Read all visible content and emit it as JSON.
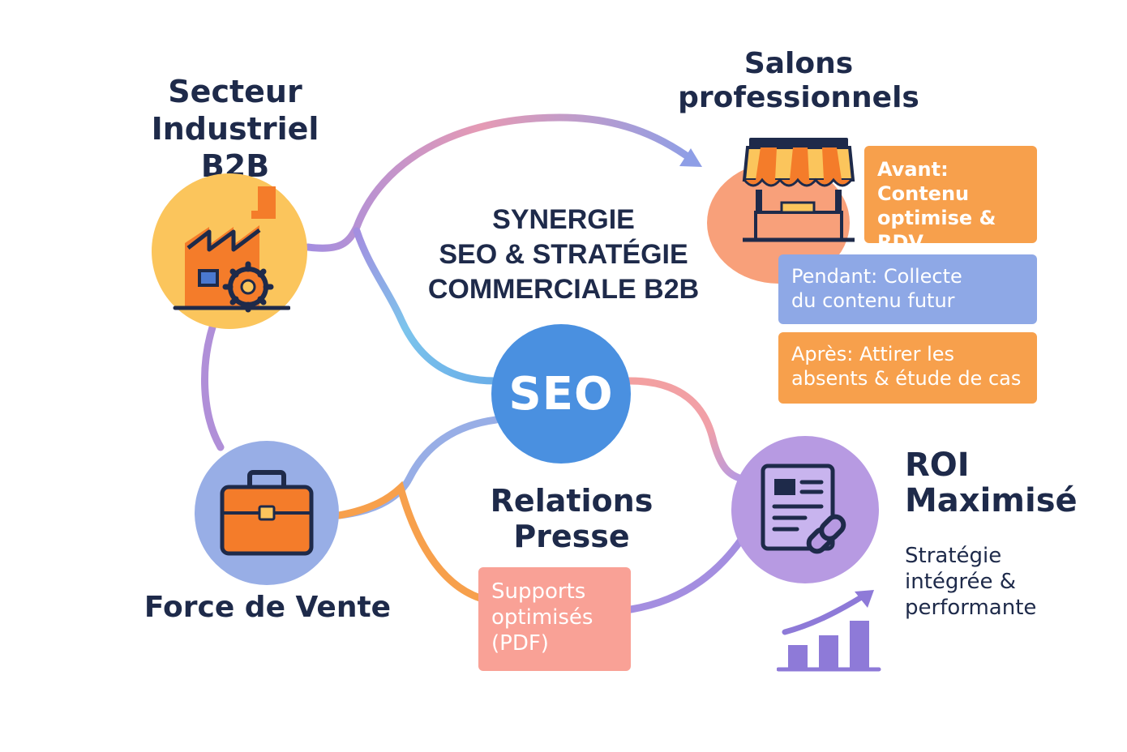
{
  "hub": {
    "title_lines": [
      "SYNERGIE",
      "SEO & STRATÉGIE",
      "COMMERCIALE B2B"
    ]
  },
  "seo": {
    "label": "SEO"
  },
  "industry": {
    "title_lines": [
      "Secteur",
      "Industriel B2B"
    ],
    "icon": "factory-gear-icon"
  },
  "sales_force": {
    "title": "Force de Vente",
    "icon": "briefcase-icon"
  },
  "trade_shows": {
    "title_lines": [
      "Salons",
      "professionnels"
    ],
    "icon": "market-stall-icon",
    "before_lines": [
      "Avant:",
      "Contenu",
      "optimise & RDV"
    ],
    "during_lines": [
      "Pendant: Collecte",
      "du contenu futur"
    ],
    "after_lines": [
      "Après: Attirer les",
      "absents & étude de cas"
    ]
  },
  "press": {
    "title_lines": [
      "Relations",
      "Presse"
    ],
    "support_lines": [
      "Supports",
      "optimisés",
      "(PDF)"
    ]
  },
  "roi": {
    "title_lines": [
      "ROI",
      "Maximisé"
    ],
    "desc_lines": [
      "Stratégie",
      "intégrée &",
      "performante"
    ],
    "icon": "document-link-icon",
    "chart_icon": "growth-bar-chart-icon"
  },
  "colors": {
    "yellow": "#fbc55c",
    "orange": "#f7a04c",
    "blue": "#4a90e0",
    "periwinkle": "#98aee6",
    "lavender": "#b79ae2",
    "salmon": "#f9a196",
    "navy": "#1e2a4a"
  }
}
